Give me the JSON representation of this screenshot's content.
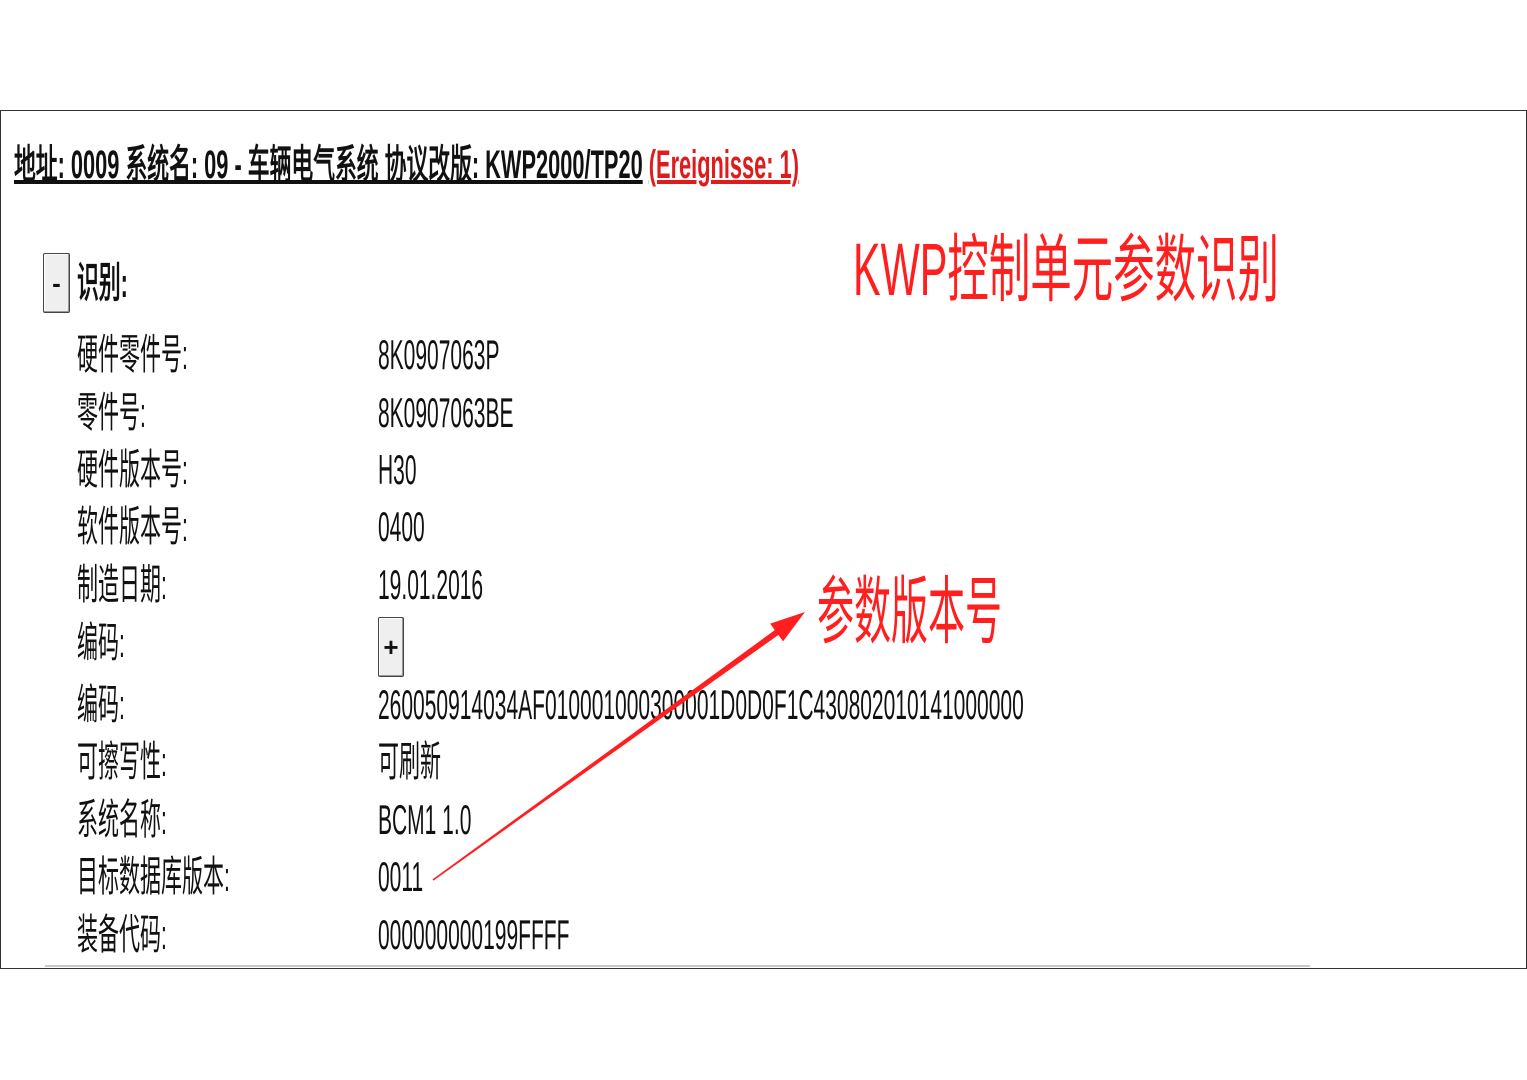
{
  "header": {
    "title": "地址: 0009 系统名: 09 - 车辆电气系统 协议改版: KWP2000/TP20",
    "events_link": "(Ereignisse: 1)"
  },
  "identification": {
    "toggle": "-",
    "title": "识别:",
    "rows": [
      {
        "label": "硬件零件号:",
        "value": "8K0907063P"
      },
      {
        "label": "零件号:",
        "value": "8K0907063BE"
      },
      {
        "label": "硬件版本号:",
        "value": "H30"
      },
      {
        "label": "软件版本号:",
        "value": "0400"
      },
      {
        "label": "制造日期:",
        "value": "19.01.2016"
      },
      {
        "label": "编码:",
        "button": "+"
      },
      {
        "label": "编码:",
        "value": "260050914034AF010001000300001D0D0F1C430802010141000000"
      },
      {
        "label": "可擦写性:",
        "value": "可刷新"
      },
      {
        "label": "系统名称:",
        "value": "BCM1 1.0"
      },
      {
        "label": "目标数据库版本:",
        "value": "0011"
      },
      {
        "label": "装备代码:",
        "value": "000000000199FFFF"
      }
    ]
  },
  "annotations": {
    "title": "KWP控制单元参数识别",
    "arrow_label": "参数版本号"
  },
  "colors": {
    "text": "#111111",
    "annotation_red": "#ff1f1f",
    "link_red": "#e01b1b",
    "button_bg": "#efefef",
    "border": "#333333",
    "divider": "#c8c8c8"
  }
}
